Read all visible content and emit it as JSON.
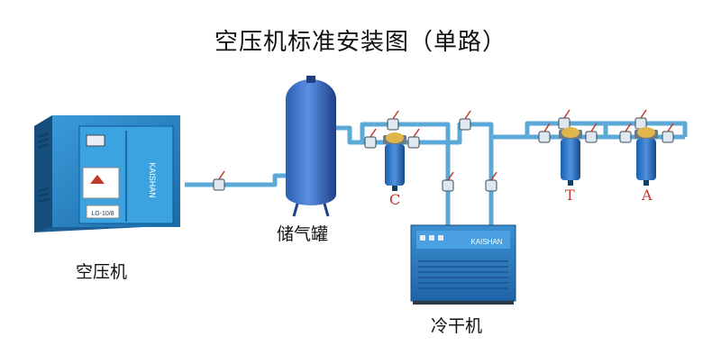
{
  "title": "空压机标准安装图（单路）",
  "labels": {
    "compressor": "空压机",
    "tank": "储气罐",
    "dryer": "冷干机"
  },
  "compressor_panel": {
    "brand": "KAISHAN",
    "model": "LG-10/8"
  },
  "dryer_panel": {
    "brand": "KAISHAN"
  },
  "filters": [
    "C",
    "T",
    "A"
  ],
  "colors": {
    "pipe": "#5aa9d6",
    "compressor_body": "#2d86c4",
    "tank": "#2a5fb6",
    "dryer": "#2c7bc0",
    "filter": "#1f6fc4",
    "filter_letter": "#c0392b"
  }
}
